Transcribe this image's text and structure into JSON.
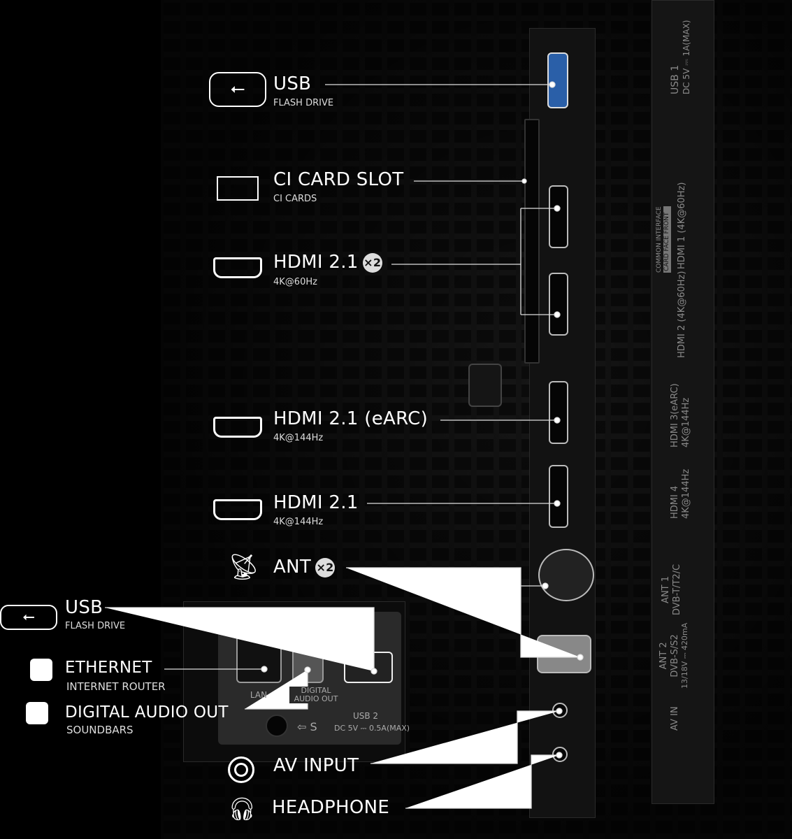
{
  "callouts": {
    "usb_top": {
      "title": "USB",
      "sub": "FLASH DRIVE"
    },
    "ci": {
      "title": "CI CARD SLOT",
      "sub": "CI CARDS"
    },
    "hdmi_pair": {
      "title": "HDMI 2.1",
      "badge": "×2",
      "sub": "4K@60Hz"
    },
    "hdmi_earc": {
      "title": "HDMI 2.1 (eARC)",
      "sub": "4K@144Hz"
    },
    "hdmi4": {
      "title": "HDMI 2.1",
      "sub": "4K@144Hz"
    },
    "ant": {
      "title": "ANT",
      "badge": "×2"
    },
    "usb_bottom": {
      "title": "USB",
      "sub": "FLASH DRIVE"
    },
    "ethernet": {
      "title": "ETHERNET",
      "sub": "INTERNET ROUTER"
    },
    "audio": {
      "title": "DIGITAL AUDIO OUT",
      "sub": "SOUNDBARS"
    },
    "av": {
      "title": "AV INPUT"
    },
    "headphone": {
      "title": "HEADPHONE"
    }
  },
  "tv_labels": {
    "usb1": "USB 1",
    "usb1_spec": "DC 5V ⎓ 1A(MAX)",
    "ci1": "COMMON INTERFACE",
    "ci2": "CARD FACE FRONT",
    "hdmi1": "HDMI 1 (4K@60Hz)",
    "hdmi2": "HDMI 2 (4K@60Hz)",
    "hdmi3": "HDMI 3(eARC)",
    "hdmi3_spec": "4K@144Hz",
    "hdmi4": "HDMI 4",
    "hdmi4_spec": "4K@144Hz",
    "ant1": "ANT 1",
    "ant1_spec": "DVB-T/T2/C",
    "ant2": "ANT 2",
    "ant2_spec": "DVB-S/S2",
    "ant2_power": "13/18V ⎓ 420mA",
    "avin": "AV IN",
    "lan": "LAN",
    "digital_audio": "DIGITAL AUDIO OUT",
    "usb2": "USB 2",
    "usb2_spec": "DC 5V ⎓ 0.5A(MAX)",
    "s_mark": "⇦ S"
  }
}
